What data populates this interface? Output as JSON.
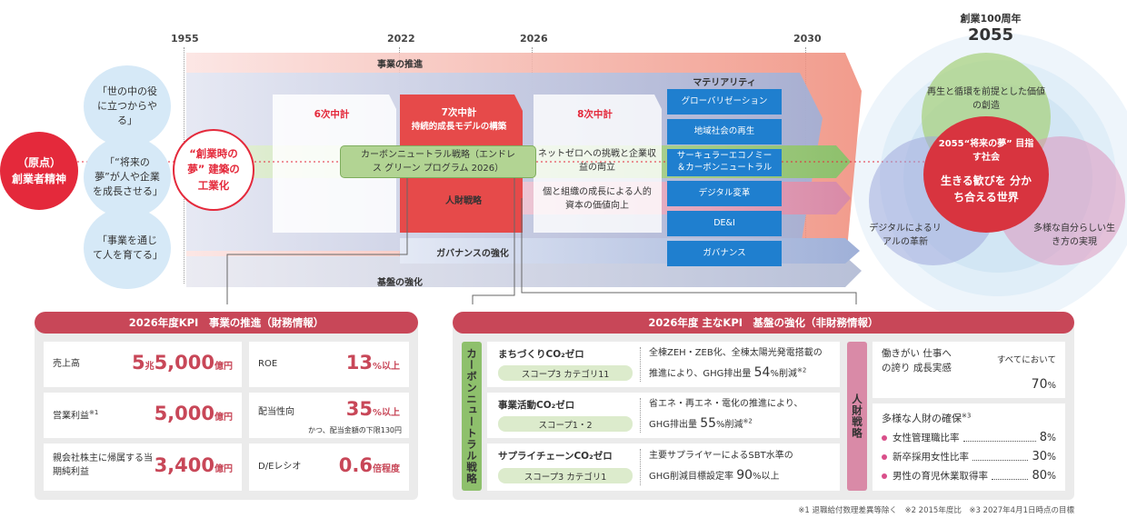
{
  "timeline": {
    "years": [
      "1955",
      "2022",
      "2026",
      "2030"
    ],
    "centennial_label": "創業100周年",
    "centennial_year": "2055"
  },
  "origin": {
    "line1": "（原点）",
    "line2": "創業者精神"
  },
  "values": [
    "「世の中の役に立つからやる」",
    "「“将来の夢”が人や企業を成長させる」",
    "「事業を通じて人を育てる」"
  ],
  "dream_founding": "“創業時の夢” 建築の工業化",
  "bands": {
    "business": "事業の推進",
    "governance": "ガバナンスの強化",
    "foundation": "基盤の強化"
  },
  "plans": {
    "plan6": "6次中計",
    "plan7_title": "7次中計",
    "plan7_sub": "持続的成長モデルの構築",
    "plan8": "8次中計"
  },
  "green_band": {
    "strategy": "カーボンニュートラル戦略（エンドレス グリーン プログラム 2026）",
    "next": "ネットゼロへの挑戦と企業収益の両立"
  },
  "pink_band": {
    "strategy": "人財戦略",
    "next": "個と組織の成長による人的資本の価値向上"
  },
  "materiality": {
    "title": "マテリアリティ",
    "items": [
      "グローバリゼーション",
      "地域社会の再生",
      "サーキュラーエコノミー＆カーボンニュートラル",
      "デジタル変革",
      "DE&I",
      "ガバナンス"
    ]
  },
  "future": {
    "top": "再生と循環を前提とした価値の創造",
    "left": "デジタルによるリアルの革新",
    "right": "多様な自分らしい生き方の実現",
    "center_title": "2055“将来の夢” 目指す社会",
    "center_main": "生きる歓びを 分かち合える世界"
  },
  "kpi_financial": {
    "header": "2026年度KPI　事業の推進（財務情報）",
    "sales_label": "売上高",
    "sales_v1": "5",
    "sales_u1": "兆",
    "sales_v2": "5,000",
    "sales_u2": "億円",
    "roe_label": "ROE",
    "roe_value": "13",
    "roe_unit": "%以上",
    "op_label": "営業利益",
    "op_note": "※1",
    "op_value": "5,000",
    "op_unit": "億円",
    "payout_label": "配当性向",
    "payout_value": "35",
    "payout_unit": "%以上",
    "payout_note": "かつ、配当金額の下限130円",
    "net_label": "親会社株主に帰属する当期純利益",
    "net_value": "3,400",
    "net_unit": "億円",
    "de_label": "D/Eレシオ",
    "de_value": "0.6",
    "de_unit": "倍程度"
  },
  "kpi_nonfinancial": {
    "header": "2026年度 主なKPI　基盤の強化（非財務情報）",
    "cn_vertical": "カーボンニュートラル戦略",
    "hr_vertical": "人財戦略",
    "rows": [
      {
        "title": "まちづくりCO₂ゼロ",
        "scope": "スコープ3 カテゴリ11",
        "desc1": "全棟ZEH・ZEB化、全棟太陽光発電搭載の",
        "desc2a": "推進により、GHG排出量 ",
        "val": "54",
        "unit": "%削減",
        "note": "※2"
      },
      {
        "title": "事業活動CO₂ゼロ",
        "scope": "スコープ1・2",
        "desc1": "省エネ・再エネ・電化の推進により、",
        "desc2a": "GHG排出量 ",
        "val": "55",
        "unit": "%削減",
        "note": "※2"
      },
      {
        "title": "サプライチェーンCO₂ゼロ",
        "scope": "スコープ3 カテゴリ1",
        "desc1": "主要サプライヤーによるSBT水準の",
        "desc2a": "GHG削減目標設定率 ",
        "val": "90",
        "unit": "%以上",
        "note": ""
      }
    ],
    "engagement_label": "働きがい 仕事への誇り 成長実感",
    "engagement_scope": "すべてにおいて",
    "engagement_value": "70",
    "engagement_unit": "%",
    "diversity_title": "多様な人財の確保",
    "diversity_note": "※3",
    "diversity_items": [
      {
        "label": "女性管理職比率",
        "value": "8",
        "unit": "%"
      },
      {
        "label": "新卒採用女性比率",
        "value": "30",
        "unit": "%"
      },
      {
        "label": "男性の育児休業取得率",
        "value": "80",
        "unit": "%"
      }
    ]
  },
  "footnote": "※1 退職給付数理差異等除く　※2 2015年度比　※3 2027年4月1日時点の目標",
  "colors": {
    "red": "#e4293b",
    "kpi_header": "#c84758",
    "materiality_blue": "#1f7fcf",
    "green_band": "#8ec06c",
    "pink_band": "#d98aa7",
    "blue_band": "#a9b7dc"
  }
}
